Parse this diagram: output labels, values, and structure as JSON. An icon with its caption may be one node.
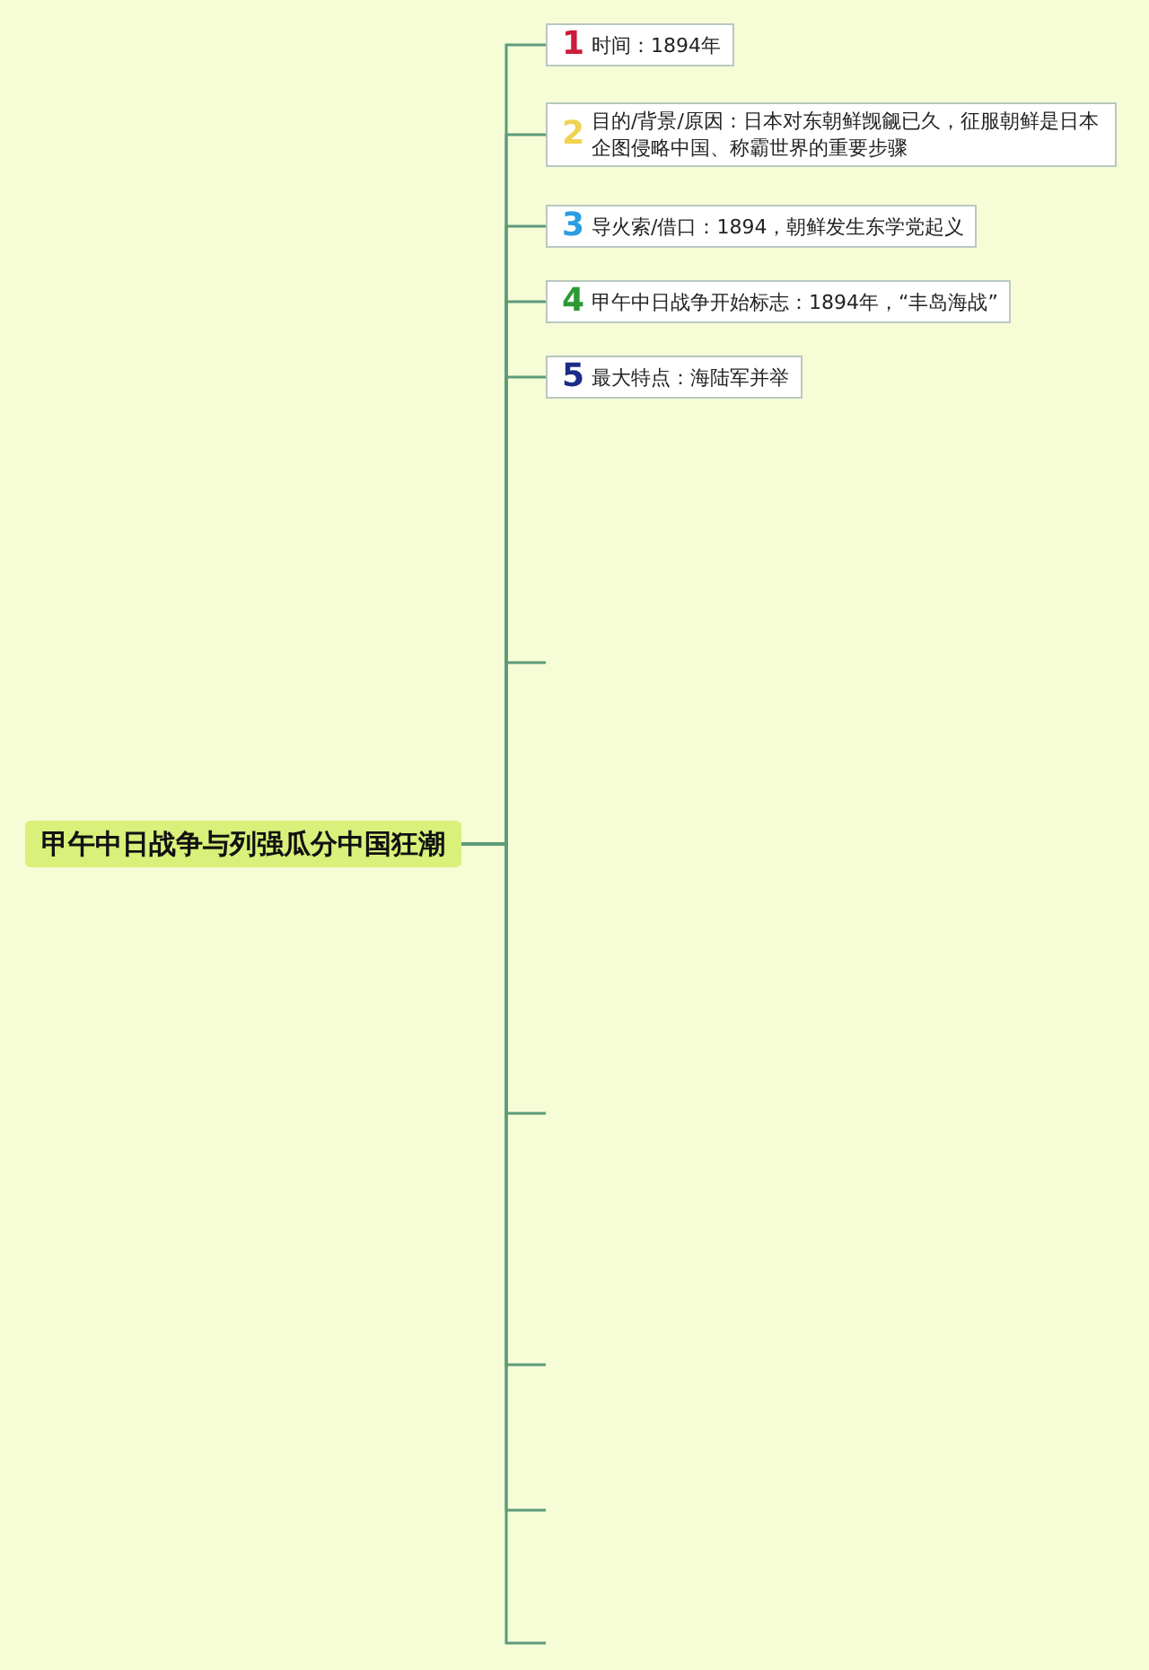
{
  "diagram": {
    "nodes": [
      {
        "text": [
          "甲午中日战争与列强瓜分中国狂潮"
        ]
      },
      {
        "text": [
          "1",
          "时间：1894年"
        ]
      },
      {
        "text": [
          "2",
          "目的/背景/原因：日本对东朝鲜觊觎已久，征服朝鲜是日本企图侵略中国、称霸世界的重要步骤"
        ]
      },
      {
        "text": [
          "3",
          "导火索/借口：1894，朝鲜发生东学党起义"
        ]
      },
      {
        "text": [
          "4",
          "甲午中日战争开始标志：1894年，“丰岛海战”"
        ]
      },
      {
        "text": [
          "5",
          "最大特点：海陆军并举"
        ]
      }
    ],
    "edges": [
      {
        "from": 0,
        "to": 1,
        "arrow": "none"
      },
      {
        "from": 0,
        "to": 2,
        "arrow": "none"
      },
      {
        "from": 0,
        "to": 3,
        "arrow": "none"
      },
      {
        "from": 0,
        "to": 4,
        "arrow": "none"
      },
      {
        "from": 0,
        "to": 5,
        "arrow": "none"
      },
      {
        "from": 0,
        "to": null,
        "arrow": "none"
      },
      {
        "from": 0,
        "to": null,
        "arrow": "none"
      },
      {
        "from": 0,
        "to": null,
        "arrow": "none"
      },
      {
        "from": 0,
        "to": null,
        "arrow": "none"
      },
      {
        "from": 0,
        "to": null,
        "arrow": "none"
      }
    ]
  }
}
